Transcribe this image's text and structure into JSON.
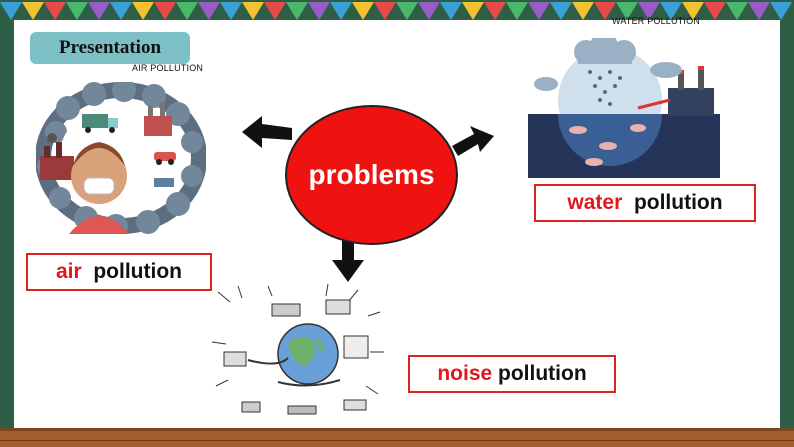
{
  "presentation_label": "Presentation",
  "air_caption": "AIR POLLUTION",
  "water_caption": "WATER POLLUTION",
  "center_label": "problems",
  "air_box": {
    "colored": "air",
    "rest": "pollution"
  },
  "water_box": {
    "colored": "water",
    "rest": "pollution"
  },
  "noise_box": {
    "colored": "noise",
    "rest": "pollution"
  },
  "colors": {
    "accent": "#e01a1a",
    "oval": "#f01111",
    "badge": "#7cc0c6",
    "board": "#2f5e47",
    "floor": "#a35d2c"
  }
}
